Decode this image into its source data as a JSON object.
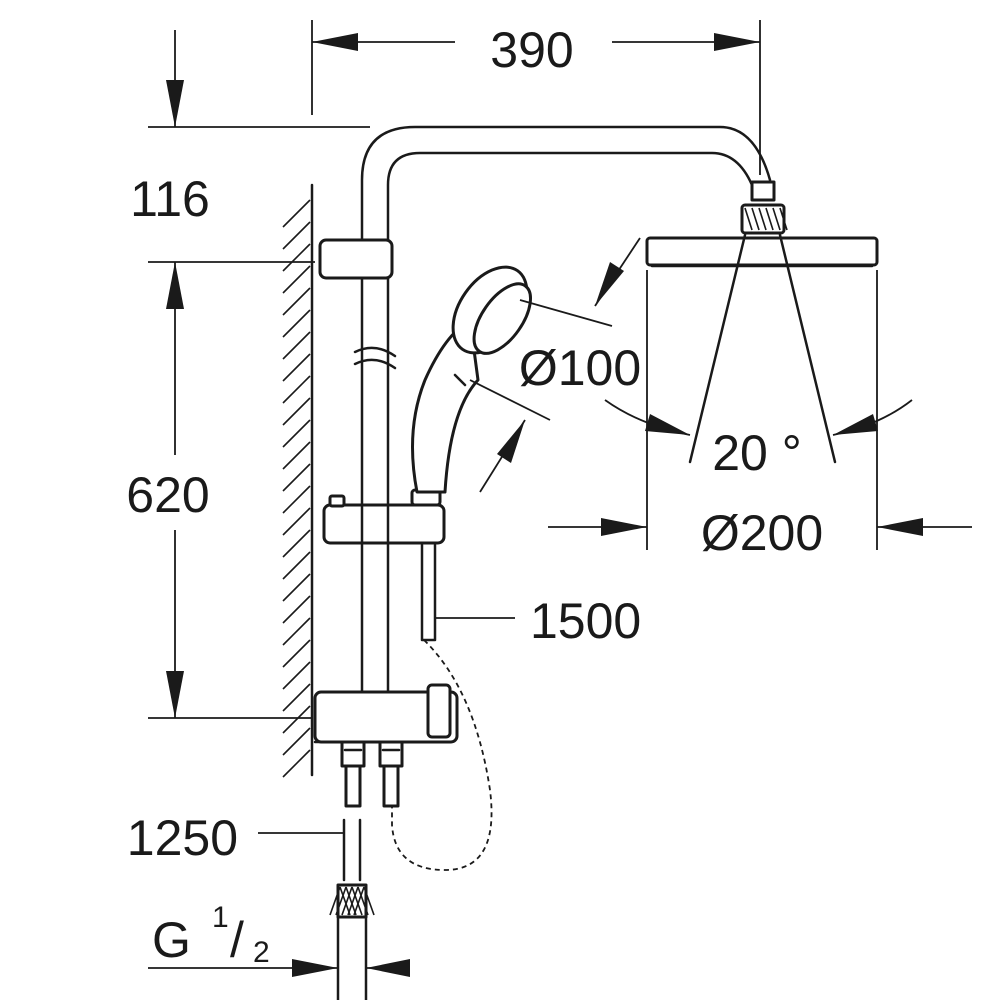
{
  "dimensions": {
    "arm_reach": "390",
    "arm_height": "116",
    "rail_spacing": "620",
    "hand_shower_diameter": "Ø100",
    "spray_angle": "20 °",
    "head_shower_diameter": "Ø200",
    "hose_length": "1500",
    "supply_hose_length": "1250",
    "thread_prefix": "G",
    "thread_numerator": "1",
    "thread_slash": "/",
    "thread_denominator": "2"
  }
}
